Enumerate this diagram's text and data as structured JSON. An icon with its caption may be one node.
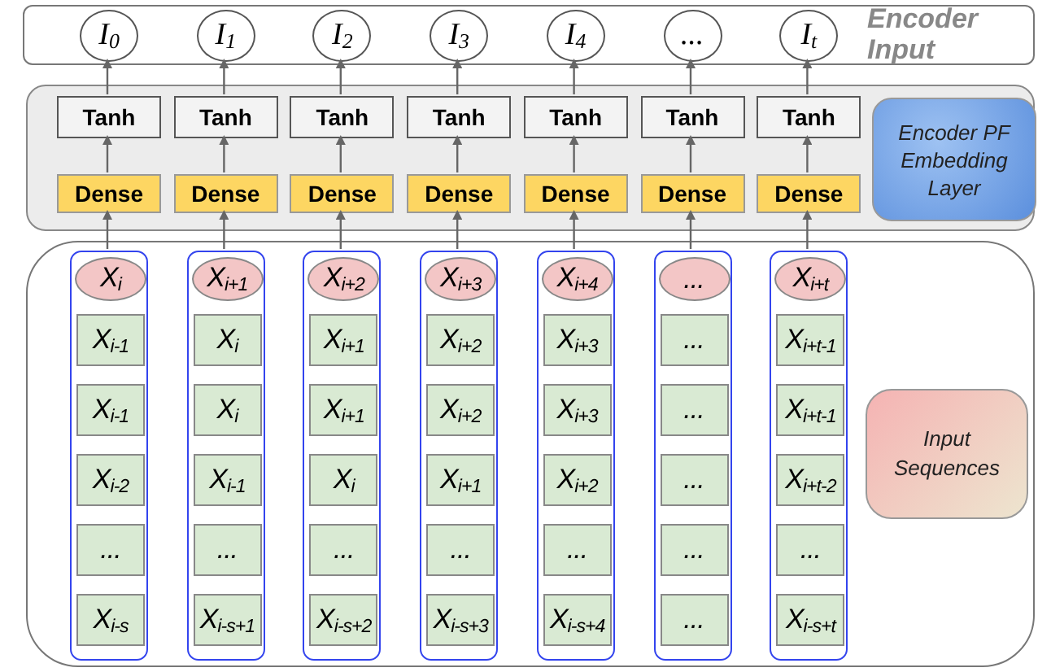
{
  "diagram": {
    "nodes": [
      {
        "text": [
          "Encoder Input"
        ]
      },
      {
        "text": [
          "I$_{0}$"
        ],
        "in": 0
      },
      {
        "text": [
          "I$_{1}$"
        ],
        "in": 0
      },
      {
        "text": [
          "I$_{2}$"
        ],
        "in": 0
      },
      {
        "text": [
          "I$_{3}$"
        ],
        "in": 0
      },
      {
        "text": [
          "I$_{4}$"
        ],
        "in": 0
      },
      {
        "text": [
          "..."
        ],
        "in": 0
      },
      {
        "text": [
          "I$_{t}$"
        ],
        "in": 0
      },
      {
        "text": [],
        "shape": "box"
      },
      {
        "text": [
          "Tanh"
        ],
        "in": 8
      },
      {
        "text": [
          "Tanh"
        ],
        "in": 8
      },
      {
        "text": [
          "Tanh"
        ],
        "in": 8
      },
      {
        "text": [
          "Tanh"
        ],
        "in": 8
      },
      {
        "text": [
          "Tanh"
        ],
        "in": 8
      },
      {
        "text": [
          "Tanh"
        ],
        "in": 8
      },
      {
        "text": [
          "Tanh"
        ],
        "in": 8
      },
      {
        "text": [
          "Dense"
        ],
        "in": 8
      },
      {
        "text": [
          "Dense"
        ],
        "in": 8
      },
      {
        "text": [
          "Dense"
        ],
        "in": 8
      },
      {
        "text": [
          "Dense"
        ],
        "in": 8
      },
      {
        "text": [
          "Dense"
        ],
        "in": 8
      },
      {
        "text": [
          "Dense"
        ],
        "in": 8
      },
      {
        "text": [
          "Dense"
        ],
        "in": 8
      },
      {
        "text": [
          "Encoder PF Embedding Layer"
        ],
        "in": 8
      },
      {
        "text": [],
        "shape": "box"
      },
      {
        "text": [],
        "shape": "box",
        "in": 24
      },
      {
        "text": [
          "X$_{i}$"
        ],
        "in": 25
      },
      {
        "text": [
          "X$_{i-1}$"
        ],
        "in": 25
      },
      {
        "text": [
          "X$_{i-1}$"
        ],
        "in": 25
      },
      {
        "text": [
          "X$_{i-2}$"
        ],
        "in": 25
      },
      {
        "text": [
          "..."
        ],
        "in": 25
      },
      {
        "text": [
          "X$_{i-s}$"
        ],
        "in": 25
      },
      {
        "text": [],
        "shape": "box",
        "in": 24
      },
      {
        "text": [
          "X$_{i+1}$"
        ],
        "in": 32
      },
      {
        "text": [
          "X$_{i}$"
        ],
        "in": 32
      },
      {
        "text": [
          "X$_{i}$"
        ],
        "in": 32
      },
      {
        "text": [
          "X$_{i-1}$"
        ],
        "in": 32
      },
      {
        "text": [
          "..."
        ],
        "in": 32
      },
      {
        "text": [
          "X$_{i-s+1}$"
        ],
        "in": 32
      },
      {
        "text": [],
        "shape": "box",
        "in": 24
      },
      {
        "text": [
          "X$_{i+2}$"
        ],
        "in": 39
      },
      {
        "text": [
          "X$_{i+1}$"
        ],
        "in": 39
      },
      {
        "text": [
          "X$_{i+1}$"
        ],
        "in": 39
      },
      {
        "text": [
          "X$_{i}$"
        ],
        "in": 39
      },
      {
        "text": [
          "..."
        ],
        "in": 39
      },
      {
        "text": [
          "X$_{i-s+2}$"
        ],
        "in": 39
      },
      {
        "text": [],
        "shape": "box",
        "in": 24
      },
      {
        "text": [
          "X$_{i+3}$"
        ],
        "in": 46
      },
      {
        "text": [
          "X$_{i+2}$"
        ],
        "in": 46
      },
      {
        "text": [
          "X$_{i+2}$"
        ],
        "in": 46
      },
      {
        "text": [
          "X$_{i+1}$"
        ],
        "in": 46
      },
      {
        "text": [
          "..."
        ],
        "in": 46
      },
      {
        "text": [
          "X$_{i-s+3}$"
        ],
        "in": 46
      },
      {
        "text": [],
        "shape": "box",
        "in": 24
      },
      {
        "text": [
          "X$_{i+4}$"
        ],
        "in": 53
      },
      {
        "text": [
          "X$_{i+3}$"
        ],
        "in": 53
      },
      {
        "text": [
          "X$_{i+3}$"
        ],
        "in": 53
      },
      {
        "text": [
          "X$_{i+2}$"
        ],
        "in": 53
      },
      {
        "text": [
          "..."
        ],
        "in": 53
      },
      {
        "text": [
          "X$_{i-s+4}$"
        ],
        "in": 53
      },
      {
        "text": [],
        "shape": "box",
        "in": 24
      },
      {
        "text": [
          "..."
        ],
        "in": 60
      },
      {
        "text": [
          "..."
        ],
        "in": 60
      },
      {
        "text": [
          "..."
        ],
        "in": 60
      },
      {
        "text": [
          "..."
        ],
        "in": 60
      },
      {
        "text": [
          "..."
        ],
        "in": 60
      },
      {
        "text": [
          "..."
        ],
        "in": 60
      },
      {
        "text": [],
        "shape": "box",
        "in": 24
      },
      {
        "text": [
          "X$_{i+t}$"
        ],
        "in": 67
      },
      {
        "text": [
          "X$_{i+t-1}$"
        ],
        "in": 67
      },
      {
        "text": [
          "X$_{i+t-1}$"
        ],
        "in": 67
      },
      {
        "text": [
          "X$_{i+t-2}$"
        ],
        "in": 67
      },
      {
        "text": [
          "..."
        ],
        "in": 67
      },
      {
        "text": [
          "X$_{i-s+t}$"
        ],
        "in": 67
      },
      {
        "text": [
          "Input Sequences"
        ],
        "in": 24
      }
    ],
    "edges": [
      {
        "from": 16,
        "to": 9,
        "arrow": "to"
      },
      {
        "from": 9,
        "to": 1,
        "arrow": "to"
      },
      {
        "from": 25,
        "to": 16,
        "arrow": "to"
      },
      {
        "from": 17,
        "to": 10,
        "arrow": "to"
      },
      {
        "from": 10,
        "to": 2,
        "arrow": "to"
      },
      {
        "from": 32,
        "to": 17,
        "arrow": "to"
      },
      {
        "from": 18,
        "to": 11,
        "arrow": "to"
      },
      {
        "from": 11,
        "to": 3,
        "arrow": "to"
      },
      {
        "from": 39,
        "to": 18,
        "arrow": "to"
      },
      {
        "from": 19,
        "to": 12,
        "arrow": "to"
      },
      {
        "from": 12,
        "to": 4,
        "arrow": "to"
      },
      {
        "from": 46,
        "to": 19,
        "arrow": "to"
      },
      {
        "from": 20,
        "to": 13,
        "arrow": "to"
      },
      {
        "from": 13,
        "to": 5,
        "arrow": "to"
      },
      {
        "from": 53,
        "to": 20,
        "arrow": "to"
      },
      {
        "from": 21,
        "to": 14,
        "arrow": "to"
      },
      {
        "from": 14,
        "to": 6,
        "arrow": "to"
      },
      {
        "from": 60,
        "to": 21,
        "arrow": "to"
      },
      {
        "from": 22,
        "to": 15,
        "arrow": "to"
      },
      {
        "from": 15,
        "to": 7,
        "arrow": "to"
      },
      {
        "from": 67,
        "to": 22,
        "arrow": "to"
      }
    ]
  }
}
